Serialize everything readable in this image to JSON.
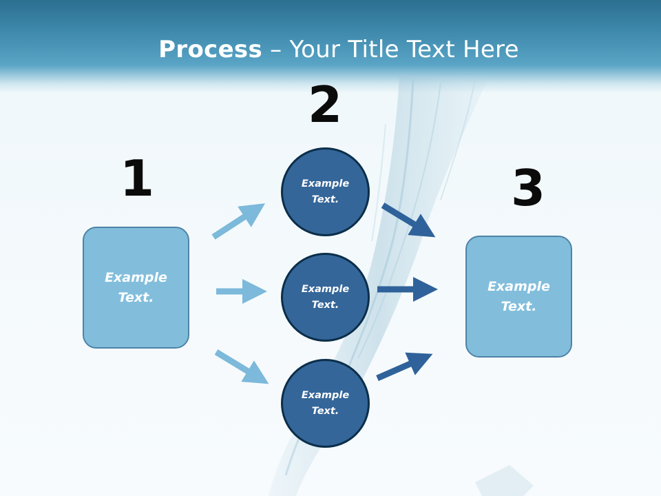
{
  "slide": {
    "title_bold": "Process",
    "title_rest": " – Your Title Text Here"
  },
  "steps": {
    "one": {
      "number": "1",
      "box_text": "Example\nText."
    },
    "two": {
      "number": "2",
      "circles": [
        {
          "text": "Example\nText."
        },
        {
          "text": "Example\nText."
        },
        {
          "text": "Example\nText."
        }
      ]
    },
    "three": {
      "number": "3",
      "box_text": "Example\nText."
    }
  },
  "colors": {
    "light_arrow": "#7cb9da",
    "dark_arrow": "#2f629a",
    "box_fill": "#82bedc",
    "circle_fill": "#356699"
  }
}
